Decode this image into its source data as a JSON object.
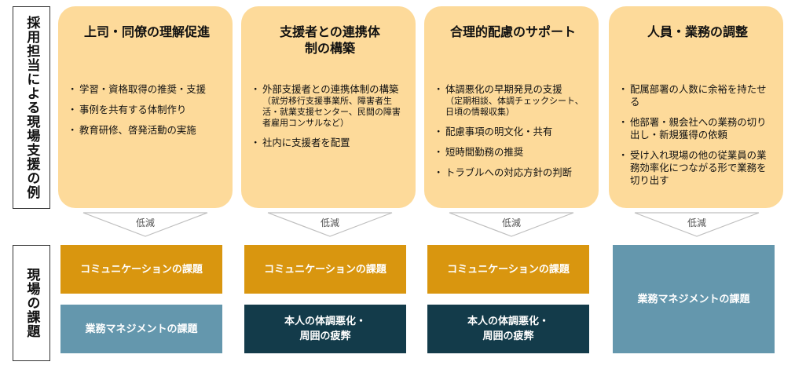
{
  "sidebar": {
    "top_label": "採用担当による現場支援の例",
    "bottom_label": "現場の課題"
  },
  "columns": [
    {
      "title": "上司・同僚の理解促進",
      "items": [
        {
          "text": "学習・資格取得の推奨・支援"
        },
        {
          "text": "事例を共有する体制作り"
        },
        {
          "text": "教育研修、啓発活動の実施"
        }
      ],
      "arrow_label": "低減"
    },
    {
      "title": "支援者との連携体制の構築",
      "items": [
        {
          "text": "外部支援者との連携体制の構築",
          "sub": "（就労移行支援事業所、障害者生活・就業支援センター、民間の障害者雇用コンサルなど）"
        },
        {
          "text": "社内に支援者を配置"
        }
      ],
      "arrow_label": "低減"
    },
    {
      "title": "合理的配慮のサポート",
      "items": [
        {
          "text": "体調悪化の早期発見の支援",
          "sub": "（定期相談、体調チェックシート、日頃の情報収集）"
        },
        {
          "text": "配慮事項の明文化・共有"
        },
        {
          "text": "短時間勤務の推奨"
        },
        {
          "text": "トラブルへの対応方針の判断"
        }
      ],
      "arrow_label": "低減"
    },
    {
      "title": "人員・業務の調整",
      "items": [
        {
          "text": "配属部署の人数に余裕を持たせる"
        },
        {
          "text": "他部署・親会社への業務の切り出し・新規獲得の依頼"
        },
        {
          "text": "受け入れ現場の他の従業員の業務効率化につながる形で業務を切り出す"
        }
      ],
      "arrow_label": "低減"
    }
  ],
  "issues": {
    "communication": "コミュニケーションの課題",
    "business_management": "業務マネジメントの課題",
    "health": "本人の体調悪化・\n周囲の疲弊"
  },
  "colors": {
    "card": "#fdda9a",
    "orange": "#d9960f",
    "steel": "#6497ad",
    "navy": "#133b4a"
  }
}
